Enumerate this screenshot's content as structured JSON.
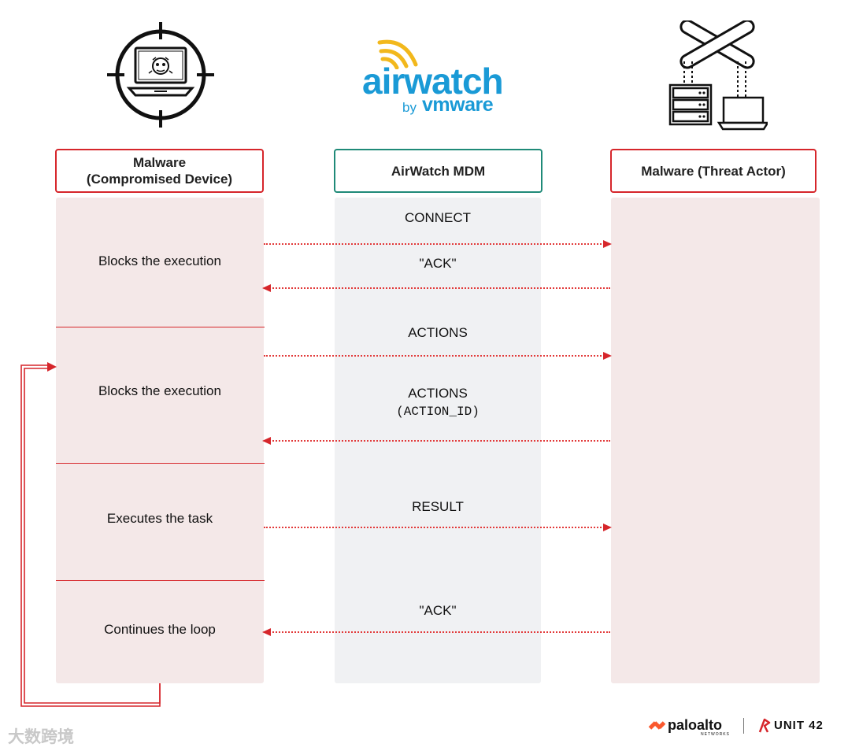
{
  "logos": {
    "airwatch_word": "airwatch",
    "airwatch_by": "by",
    "airwatch_vmware": "vmware",
    "paloalto": "paloalto",
    "paloalto_sub": "NETWORKS",
    "unit42": "UNIT 42",
    "watermark": "大数跨境"
  },
  "columns": {
    "left_header": "Malware\n(Compromised Device)",
    "middle_header": "AirWatch MDM",
    "right_header": "Malware (Threat Actor)"
  },
  "left_steps": [
    "Blocks the execution",
    "Blocks the execution",
    "Executes the task",
    "Continues the loop"
  ],
  "messages": {
    "connect": "CONNECT",
    "ack1": "\"ACK\"",
    "actions1": "ACTIONS",
    "actions2": "ACTIONS",
    "actions2_param": "(ACTION_ID)",
    "result": "RESULT",
    "ack2": "\"ACK\""
  },
  "colors": {
    "accent_red": "#d6262b",
    "accent_teal": "#1f8a78",
    "airwatch_blue": "#1a9ad6",
    "airwatch_signal": "#f2b81c",
    "lane_pink": "#f4e8e8",
    "lane_grey": "#f0f1f3",
    "paloalto_orange": "#fa582d"
  },
  "icons": {
    "left": "crosshair-laptop-malware-icon",
    "middle": "airwatch-signal-icon",
    "right": "crossed-tools-server-laptop-icon"
  }
}
